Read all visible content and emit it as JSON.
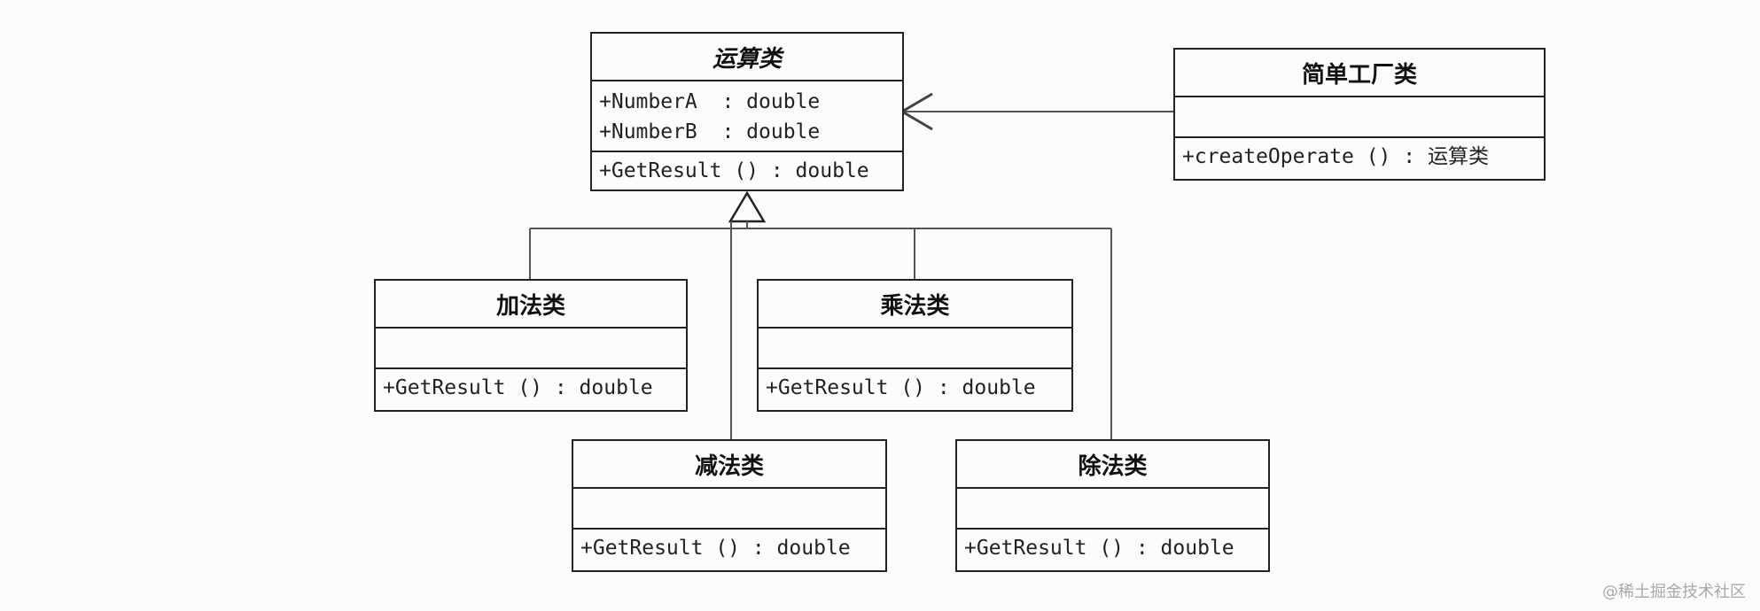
{
  "classes": {
    "operation": {
      "name": "运算类",
      "attributes": [
        "+NumberA  : double",
        "+NumberB  : double"
      ],
      "methods": [
        "+GetResult () : double"
      ]
    },
    "simple_factory": {
      "name": "简单工厂类",
      "attributes": [],
      "methods": [
        "+createOperate () : 运算类"
      ]
    },
    "add": {
      "name": "加法类",
      "attributes": [],
      "methods": [
        "+GetResult () : double"
      ]
    },
    "multiply": {
      "name": "乘法类",
      "attributes": [],
      "methods": [
        "+GetResult () : double"
      ]
    },
    "subtract": {
      "name": "减法类",
      "attributes": [],
      "methods": [
        "+GetResult () : double"
      ]
    },
    "divide": {
      "name": "除法类",
      "attributes": [],
      "methods": [
        "+GetResult () : double"
      ]
    }
  },
  "watermark": "@稀土掘金技术社区"
}
